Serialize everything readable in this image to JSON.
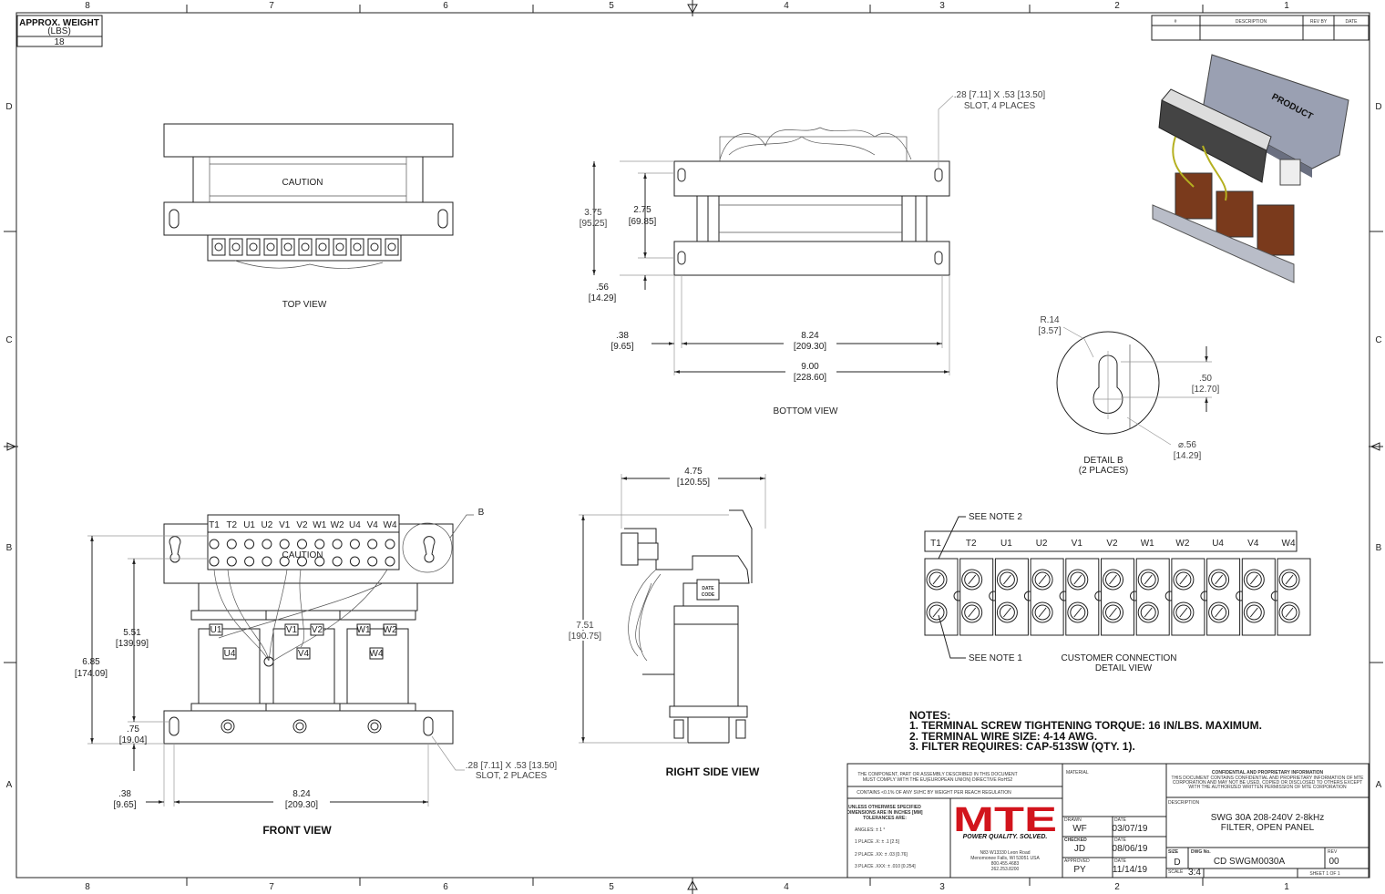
{
  "zones": {
    "columns": [
      "8",
      "7",
      "6",
      "5",
      "4",
      "3",
      "2",
      "1"
    ],
    "rows": [
      "D",
      "C",
      "B",
      "A"
    ]
  },
  "weight": {
    "title": "APPROX. WEIGHT",
    "unit": "(LBS)",
    "value": "18"
  },
  "revision_table": {
    "headers": [
      "#",
      "DESCRIPTION",
      "REV BY",
      "DATE"
    ]
  },
  "terminals": [
    "T1",
    "T2",
    "U1",
    "U2",
    "V1",
    "V2",
    "W1",
    "W2",
    "U4",
    "V4",
    "W4"
  ],
  "top_view": {
    "caution": "CAUTION",
    "label": "TOP VIEW"
  },
  "bottom_view": {
    "slot_note": ".28 [7.11] X .53 [13.50]",
    "slot_places": "SLOT, 4 PLACES",
    "d1": "3.75",
    "d1mm": "[95.25]",
    "d2": "2.75",
    "d2mm": "[69.85]",
    "d3": ".56",
    "d3mm": "[14.29]",
    "d4": ".38",
    "d4mm": "[9.65]",
    "d5": "8.24",
    "d5mm": "[209.30]",
    "d6": "9.00",
    "d6mm": "[228.60]",
    "label": "BOTTOM VIEW"
  },
  "detail_b": {
    "r": "R.14",
    "rmm": "[3.57]",
    "h": ".50",
    "hmm": "[12.70]",
    "dia": "⌀.56",
    "diamm": "[14.29]",
    "label": "DETAIL B",
    "sub": "(2 PLACES)"
  },
  "iso_view": {
    "tag": "PRODUCT"
  },
  "front_view": {
    "caution": "CAUTION",
    "callout": "B",
    "coil_labels": [
      "U1",
      "U4",
      "V1",
      "V2",
      "V4",
      "W1",
      "W2",
      "W4"
    ],
    "d1": "5.51",
    "d1mm": "[139.99]",
    "d2": "6.85",
    "d2mm": "[174.09]",
    "d3": ".75",
    "d3mm": "[19.04]",
    "d4": ".38",
    "d4mm": "[9.65]",
    "d5": "8.24",
    "d5mm": "[209.30]",
    "slot_note": ".28 [7.11] X .53 [13.50]",
    "slot_places": "SLOT, 2 PLACES",
    "label": "FRONT VIEW"
  },
  "side_view": {
    "d1": "4.75",
    "d1mm": "[120.55]",
    "d2": "7.51",
    "d2mm": "[190.75]",
    "date_code_1": "DATE",
    "date_code_2": "CODE",
    "label": "RIGHT SIDE VIEW"
  },
  "connection_detail": {
    "note2": "SEE NOTE 2",
    "note1": "SEE NOTE 1",
    "label1": "CUSTOMER CONNECTION",
    "label2": "DETAIL VIEW"
  },
  "notes": {
    "title": "NOTES:",
    "items": [
      "1.  TERMINAL SCREW TIGHTENING TORQUE: 16 IN/LBS. MAXIMUM.",
      "2.  TERMINAL WIRE SIZE: 4-14 AWG.",
      "3.  FILTER REQUIRES: CAP-513SW (QTY. 1)."
    ]
  },
  "title_block": {
    "rohs1": "THE COMPONENT, PART OR ASSEMBLY DESCRIBED IN THIS DOCUMENT",
    "rohs2": "MUST COMPLY WITH THE EU(EUROPEAN UNION) DIRECTIVE RoHS2",
    "reach": "CONTAINS <0.1% OF ANY SVHC BY WEIGHT PER REACH REGULATION",
    "tol_title": [
      "UNLESS OTHERWISE SPECIFIED",
      "DIMENSIONS ARE IN INCHES [MM]",
      "TOLERANCES ARE:"
    ],
    "tolerances": [
      "ANGLES: ± 1 °",
      "1 PLACE .X:  ± .1 [2.5]",
      "2 PLACE .XX:  ± .03 [0.76]",
      "3 PLACE .XXX:  ± .010 [0.254]"
    ],
    "logo": "MTE",
    "slogan": "POWER QUALITY. SOLVED.",
    "address": [
      "N83 W13330 Leon Road",
      "Menomonee Falls, WI 53051 USA",
      "800.455.4683",
      "262.253.8200"
    ],
    "material_label": "MATERIAL",
    "drawn_label": "DRAWN",
    "drawn": "WF",
    "drawn_date_label": "DATE",
    "drawn_date": "03/07/19",
    "checked_label": "CHECKED",
    "checked": "JD",
    "checked_date_label": "DATE",
    "checked_date": "08/06/19",
    "approved_label": "APPROVED",
    "approved": "PY",
    "approved_date_label": "DATE",
    "approved_date": "11/14/19",
    "conf_title": "CONFIDENTIAL AND PROPRIETARY INFORMATION",
    "conf_text": [
      "THIS DOCUMENT CONTAINS CONFIDENTIAL AND PROPRIETARY INFORMATION OF MTE",
      "CORPORATION AND MAY NOT BE USED, COPIED OR DISCLOSED TO OTHERS EXCEPT",
      "WITH THE AUTHORIZED WRITTEN PERMISSION OF MTE CORPORATION"
    ],
    "description_label": "DESCRIPTION",
    "description": [
      "SWG 30A 208-240V 2-8kHz",
      "FILTER, OPEN PANEL"
    ],
    "size_label": "SIZE",
    "size": "D",
    "dwg_label": "DWG No.",
    "dwg_no": "CD SWGM0030A",
    "rev_label": "REV",
    "rev": "00",
    "scale_label": "SCALE",
    "scale": "3:4",
    "sheet": "SHEET 1  OF 1"
  },
  "colors": {
    "brand_red": "#d2141c",
    "coil_brown": "#7a3a1c",
    "bracket_gray": "#8a8fa0"
  }
}
